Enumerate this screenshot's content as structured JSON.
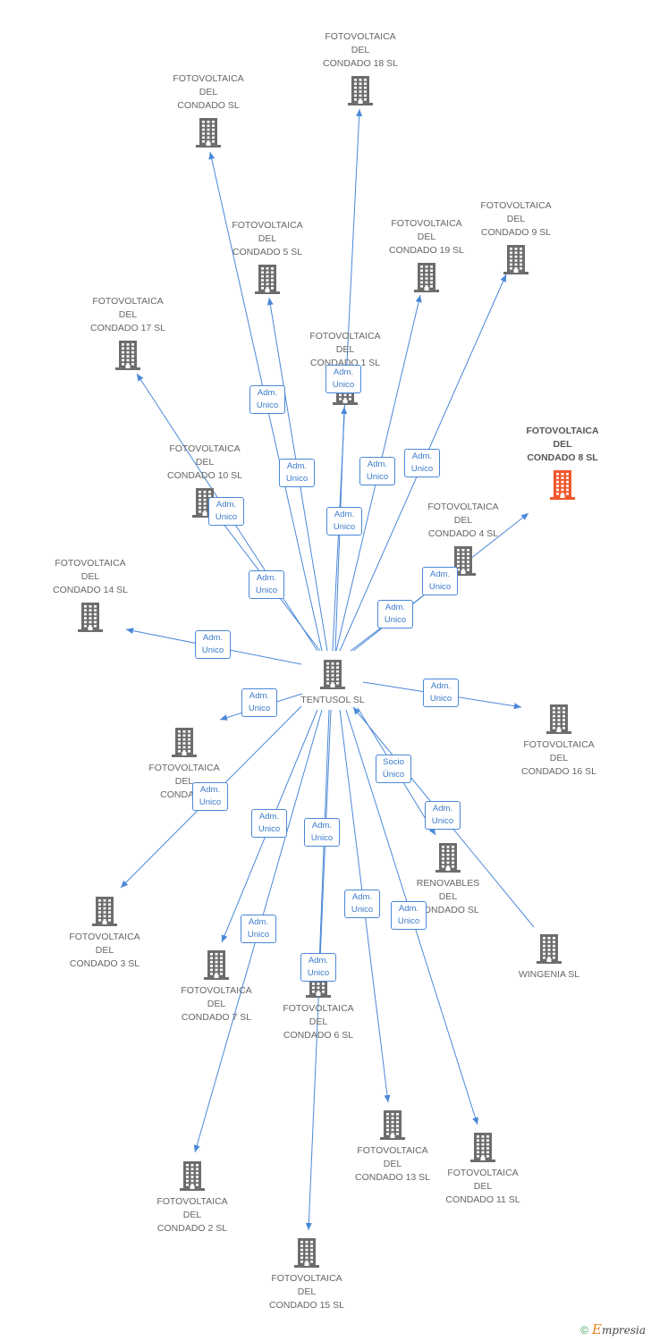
{
  "colors": {
    "edge": "#4a88d8",
    "icon": "#6d6d6d",
    "icon_highlight": "#f0562b",
    "label": "#666666"
  },
  "nodes": [
    {
      "id": "tentusol",
      "label": [
        "TENTUSOL SL"
      ],
      "label_pos": "below",
      "icon": "building-icon"
    },
    {
      "id": "c18",
      "label": [
        "FOTOVOLTAICA",
        "DEL",
        "CONDADO 18 SL"
      ],
      "label_pos": "above",
      "icon": "building-icon"
    },
    {
      "id": "csl",
      "label": [
        "FOTOVOLTAICA",
        "DEL",
        "CONDADO SL"
      ],
      "label_pos": "above",
      "icon": "building-icon"
    },
    {
      "id": "c5",
      "label": [
        "FOTOVOLTAICA",
        "DEL",
        "CONDADO 5 SL"
      ],
      "label_pos": "above",
      "icon": "building-icon"
    },
    {
      "id": "c19",
      "label": [
        "FOTOVOLTAICA",
        "DEL",
        "CONDADO 19 SL"
      ],
      "label_pos": "above",
      "icon": "building-icon"
    },
    {
      "id": "c9",
      "label": [
        "FOTOVOLTAICA",
        "DEL",
        "CONDADO 9 SL"
      ],
      "label_pos": "above",
      "icon": "building-icon"
    },
    {
      "id": "c17",
      "label": [
        "FOTOVOLTAICA",
        "DEL",
        "CONDADO 17 SL"
      ],
      "label_pos": "above",
      "icon": "building-icon"
    },
    {
      "id": "c1",
      "label": [
        "FOTOVOLTAICA",
        "DEL",
        "CONDADO 1 SL"
      ],
      "label_pos": "above",
      "icon": "building-icon"
    },
    {
      "id": "c8",
      "label": [
        "FOTOVOLTAICA",
        "DEL",
        "CONDADO 8 SL"
      ],
      "label_pos": "above",
      "icon": "building-icon",
      "highlight": true
    },
    {
      "id": "c10",
      "label": [
        "FOTOVOLTAICA",
        "DEL",
        "CONDADO 10 SL"
      ],
      "label_pos": "above",
      "icon": "building-icon"
    },
    {
      "id": "c4",
      "label": [
        "FOTOVOLTAICA",
        "DEL",
        "CONDADO 4 SL"
      ],
      "label_pos": "above",
      "icon": "building-icon"
    },
    {
      "id": "c14",
      "label": [
        "FOTOVOLTAICA",
        "DEL",
        "CONDADO 14 SL"
      ],
      "label_pos": "above",
      "icon": "building-icon"
    },
    {
      "id": "c16",
      "label": [
        "FOTOVOLTAICA",
        "DEL",
        "CONDADO 16 SL"
      ],
      "label_pos": "below",
      "icon": "building-icon"
    },
    {
      "id": "c20",
      "label": [
        "FOTOVOLTAICA",
        "DEL",
        "CONDADO"
      ],
      "label_pos": "below",
      "icon": "building-icon"
    },
    {
      "id": "renov",
      "label": [
        "RENOVABLES",
        "DEL",
        "CONDADO SL"
      ],
      "label_pos": "below",
      "icon": "building-icon"
    },
    {
      "id": "c3",
      "label": [
        "FOTOVOLTAICA",
        "DEL",
        "CONDADO 3 SL"
      ],
      "label_pos": "below",
      "icon": "building-icon"
    },
    {
      "id": "wingenia",
      "label": [
        "WINGENIA SL"
      ],
      "label_pos": "below",
      "icon": "building-icon"
    },
    {
      "id": "c7",
      "label": [
        "FOTOVOLTAICA",
        "DEL",
        "CONDADO 7 SL"
      ],
      "label_pos": "below",
      "icon": "building-icon"
    },
    {
      "id": "c6",
      "label": [
        "FOTOVOLTAICA",
        "DEL",
        "CONDADO 6 SL"
      ],
      "label_pos": "below",
      "icon": "building-icon"
    },
    {
      "id": "c13",
      "label": [
        "FOTOVOLTAICA",
        "DEL",
        "CONDADO 13 SL"
      ],
      "label_pos": "below",
      "icon": "building-icon"
    },
    {
      "id": "c11",
      "label": [
        "FOTOVOLTAICA",
        "DEL",
        "CONDADO 11 SL"
      ],
      "label_pos": "below",
      "icon": "building-icon"
    },
    {
      "id": "c2",
      "label": [
        "FOTOVOLTAICA",
        "DEL",
        "CONDADO 2 SL"
      ],
      "label_pos": "below",
      "icon": "building-icon"
    },
    {
      "id": "c15",
      "label": [
        "FOTOVOLTAICA",
        "DEL",
        "CONDADO 15 SL"
      ],
      "label_pos": "below",
      "icon": "building-icon"
    }
  ],
  "edges": [
    {
      "from": "tentusol",
      "to": "c18",
      "label": [
        "Adm.",
        "Unico"
      ]
    },
    {
      "from": "tentusol",
      "to": "csl",
      "label": [
        "Adm.",
        "Unico"
      ]
    },
    {
      "from": "tentusol",
      "to": "c5",
      "label": [
        "Adm.",
        "Unico"
      ]
    },
    {
      "from": "tentusol",
      "to": "c19",
      "label": [
        "Adm.",
        "Unico"
      ]
    },
    {
      "from": "tentusol",
      "to": "c9",
      "label": [
        "Adm.",
        "Unico"
      ]
    },
    {
      "from": "tentusol",
      "to": "c17",
      "label": [
        "Adm.",
        "Unico"
      ]
    },
    {
      "from": "tentusol",
      "to": "c1",
      "label": [
        "Adm.",
        "Unico"
      ]
    },
    {
      "from": "tentusol",
      "to": "c8",
      "label": [
        "Adm.",
        "Unico"
      ]
    },
    {
      "from": "tentusol",
      "to": "c10",
      "label": [
        "Adm.",
        "Unico"
      ]
    },
    {
      "from": "tentusol",
      "to": "c4",
      "label": [
        "Adm.",
        "Unico"
      ]
    },
    {
      "from": "tentusol",
      "to": "c14",
      "label": [
        "Adm.",
        "Unico"
      ]
    },
    {
      "from": "tentusol",
      "to": "c16",
      "label": [
        "Adm.",
        "Unico"
      ]
    },
    {
      "from": "tentusol",
      "to": "c20",
      "label": [
        "Adm.",
        "Unico"
      ]
    },
    {
      "from": "tentusol",
      "to": "c3",
      "label": [
        "Adm.",
        "Unico"
      ]
    },
    {
      "from": "tentusol",
      "to": "renov",
      "label": [
        "Socio",
        "Único"
      ]
    },
    {
      "from": "wingenia",
      "to": "tentusol",
      "label": [
        "Adm.",
        "Unico"
      ]
    },
    {
      "from": "tentusol",
      "to": "c7",
      "label": [
        "Adm.",
        "Unico"
      ]
    },
    {
      "from": "tentusol",
      "to": "c6",
      "label": [
        "Adm.",
        "Unico"
      ]
    },
    {
      "from": "tentusol",
      "to": "c13",
      "label": [
        "Adm.",
        "Unico"
      ]
    },
    {
      "from": "tentusol",
      "to": "c11",
      "label": [
        "Adm.",
        "Unico"
      ]
    },
    {
      "from": "tentusol",
      "to": "c2",
      "label": [
        "Adm.",
        "Unico"
      ]
    },
    {
      "from": "tentusol",
      "to": "c15",
      "label": [
        "Adm.",
        "Unico"
      ]
    }
  ],
  "footer": {
    "copyright_symbol": "©",
    "brand_initial": "E",
    "brand_rest": "mpresia"
  }
}
